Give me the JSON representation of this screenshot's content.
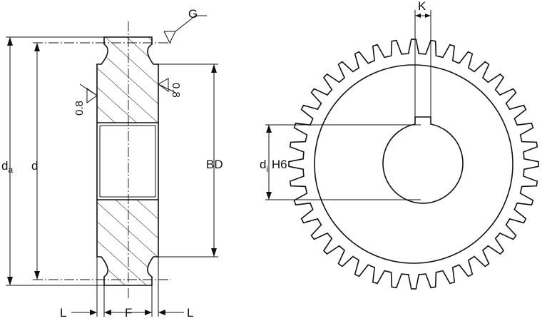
{
  "labels": {
    "tip_diameter": "d",
    "tip_diameter_sub": "a",
    "pitch_diameter": "d",
    "bore_diameter_BD": "BD",
    "keyway_width": "K",
    "surface_roughness": "G",
    "roughness_value_left": "0.8",
    "roughness_value_right": "0.8",
    "bore_diameter": "d",
    "bore_diameter_sub": "i",
    "bore_tolerance": " H6",
    "face_width": "F",
    "hub_length_left": "L",
    "hub_length_right": "L"
  },
  "gear": {
    "tooth_count": 40
  }
}
